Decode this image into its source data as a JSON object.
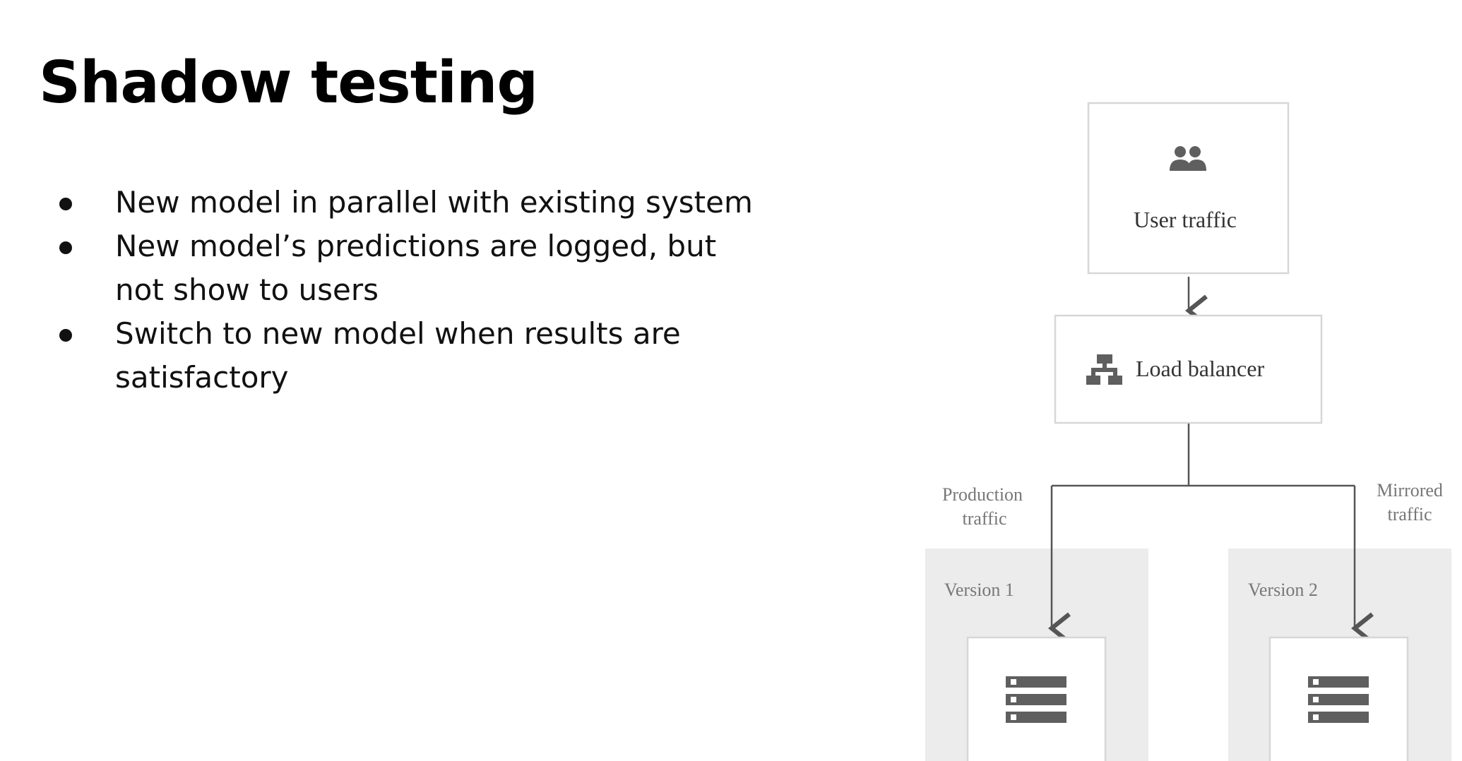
{
  "slide": {
    "title": "Shadow testing",
    "bullets": [
      "New model in parallel with existing system",
      "New model’s predictions are logged, but not show to users",
      "Switch to new model when results are satisfactory"
    ]
  },
  "diagram": {
    "user_traffic_label": "User traffic",
    "load_balancer_label": "Load balancer",
    "production_traffic_label": [
      "Production",
      "traffic"
    ],
    "mirrored_traffic_label": [
      "Mirrored",
      "traffic"
    ],
    "version1_label": "Version 1",
    "version2_label": "Version 2",
    "icons": {
      "user_traffic": "people-icon",
      "load_balancer": "network-hierarchy-icon",
      "version1": "server-stack-icon",
      "version2": "server-stack-icon"
    }
  },
  "colors": {
    "background": "#ffffff",
    "text": "#111111",
    "diagram_text": "#333333",
    "diagram_muted_text": "#777777",
    "box_border": "#d7d7d7",
    "panel": "#ececed",
    "icon": "#5f5f5f",
    "arrow": "#555555"
  }
}
